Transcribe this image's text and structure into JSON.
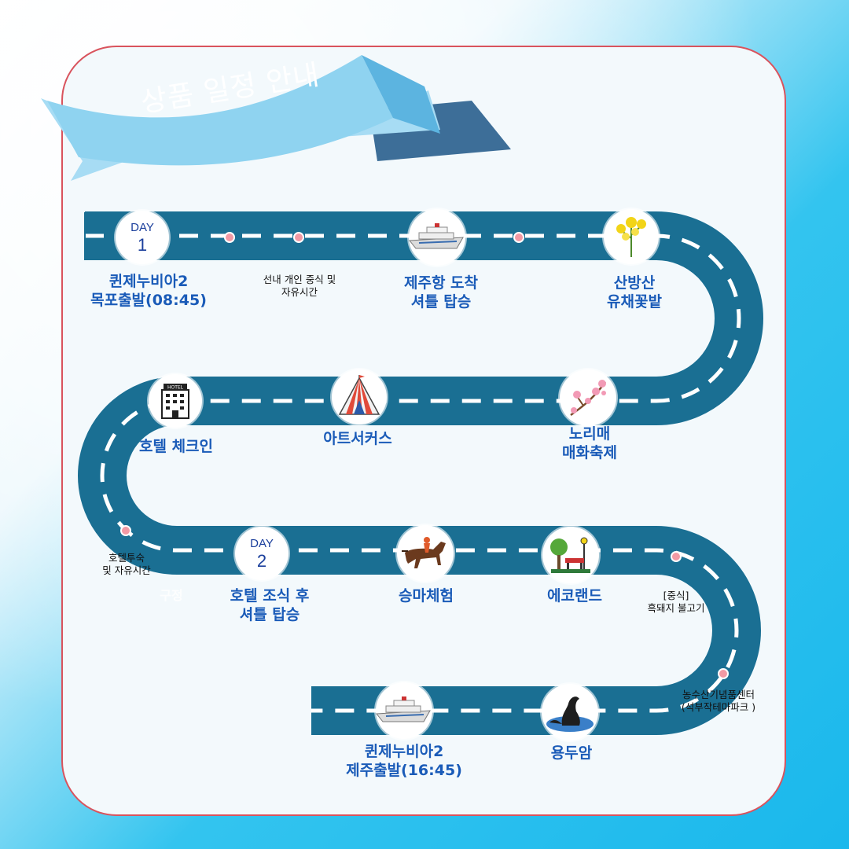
{
  "title": "상품 일정 안내",
  "day1": {
    "label": "DAY",
    "num": "1"
  },
  "day2": {
    "label": "DAY",
    "num": "2"
  },
  "stops": {
    "s1": "퀸제누비아2",
    "s1b": "목포출발(08:45)",
    "s2": "선내 개인 중식 및",
    "s2b": "자유시간",
    "s3": "제주항 도착",
    "s3b": "셔틀 탑승",
    "s4": "산방산",
    "s4b": "유채꽃밭",
    "s5": "호텔 체크인",
    "s6": "아트서커스",
    "s7": "노리매",
    "s7b": "매화축제",
    "s8": "호텔투숙",
    "s8b": "및  자유시간",
    "s8ghost": "구정",
    "s9": "호텔 조식 후",
    "s9b": "셔틀 탑승",
    "s10": "승마체험",
    "s11": "에코랜드",
    "s12": "[중식]",
    "s12b": "흑돼지 불고기",
    "s13": "농수산기념품센터",
    "s13b": "(석부작테마파크 )",
    "s14": "퀸제누비아2",
    "s14b": "제주출발(16:45)",
    "s15": "용두암"
  },
  "icons": {
    "ship1": "cruise-ship-icon",
    "flower": "rapeseed-flower-icon",
    "hotel": "hotel-building-icon",
    "tent": "circus-tent-icon",
    "blossom": "plum-blossom-icon",
    "horse": "horse-riding-icon",
    "park": "eco-park-icon",
    "ship2": "cruise-ship-icon",
    "rock": "dragon-rock-icon",
    "hotel_sign": "HOTEL"
  },
  "colors": {
    "road": "#1a6f93",
    "label": "#1a5bb8",
    "dot": "#f29aa5",
    "ribbon": "#8fd3f0"
  }
}
